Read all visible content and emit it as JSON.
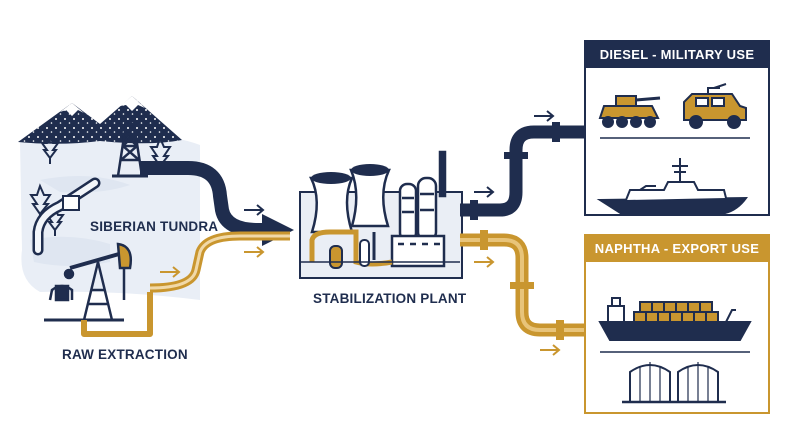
{
  "labels": {
    "tundra": "SIBERIAN TUNDRA",
    "extraction": "RAW EXTRACTION",
    "plant": "STABILIZATION PLANT"
  },
  "panels": {
    "diesel_title": "DIESEL - MILITARY USE",
    "naphtha_title": "NAPHTHA - EXPORT USE"
  },
  "colors": {
    "navy": "#1f2d4e",
    "gold": "#c9962f",
    "snow": "#e9eef6"
  },
  "icons": [
    "mountain-icon",
    "oil-derrick-icon",
    "pumpjack-icon",
    "pine-tree-icon",
    "cooling-tower-icon",
    "refinery-tower-icon",
    "armored-vehicle-icon",
    "military-truck-icon",
    "warship-icon",
    "container-ship-icon",
    "storage-tank-icon",
    "arrow-icon"
  ]
}
